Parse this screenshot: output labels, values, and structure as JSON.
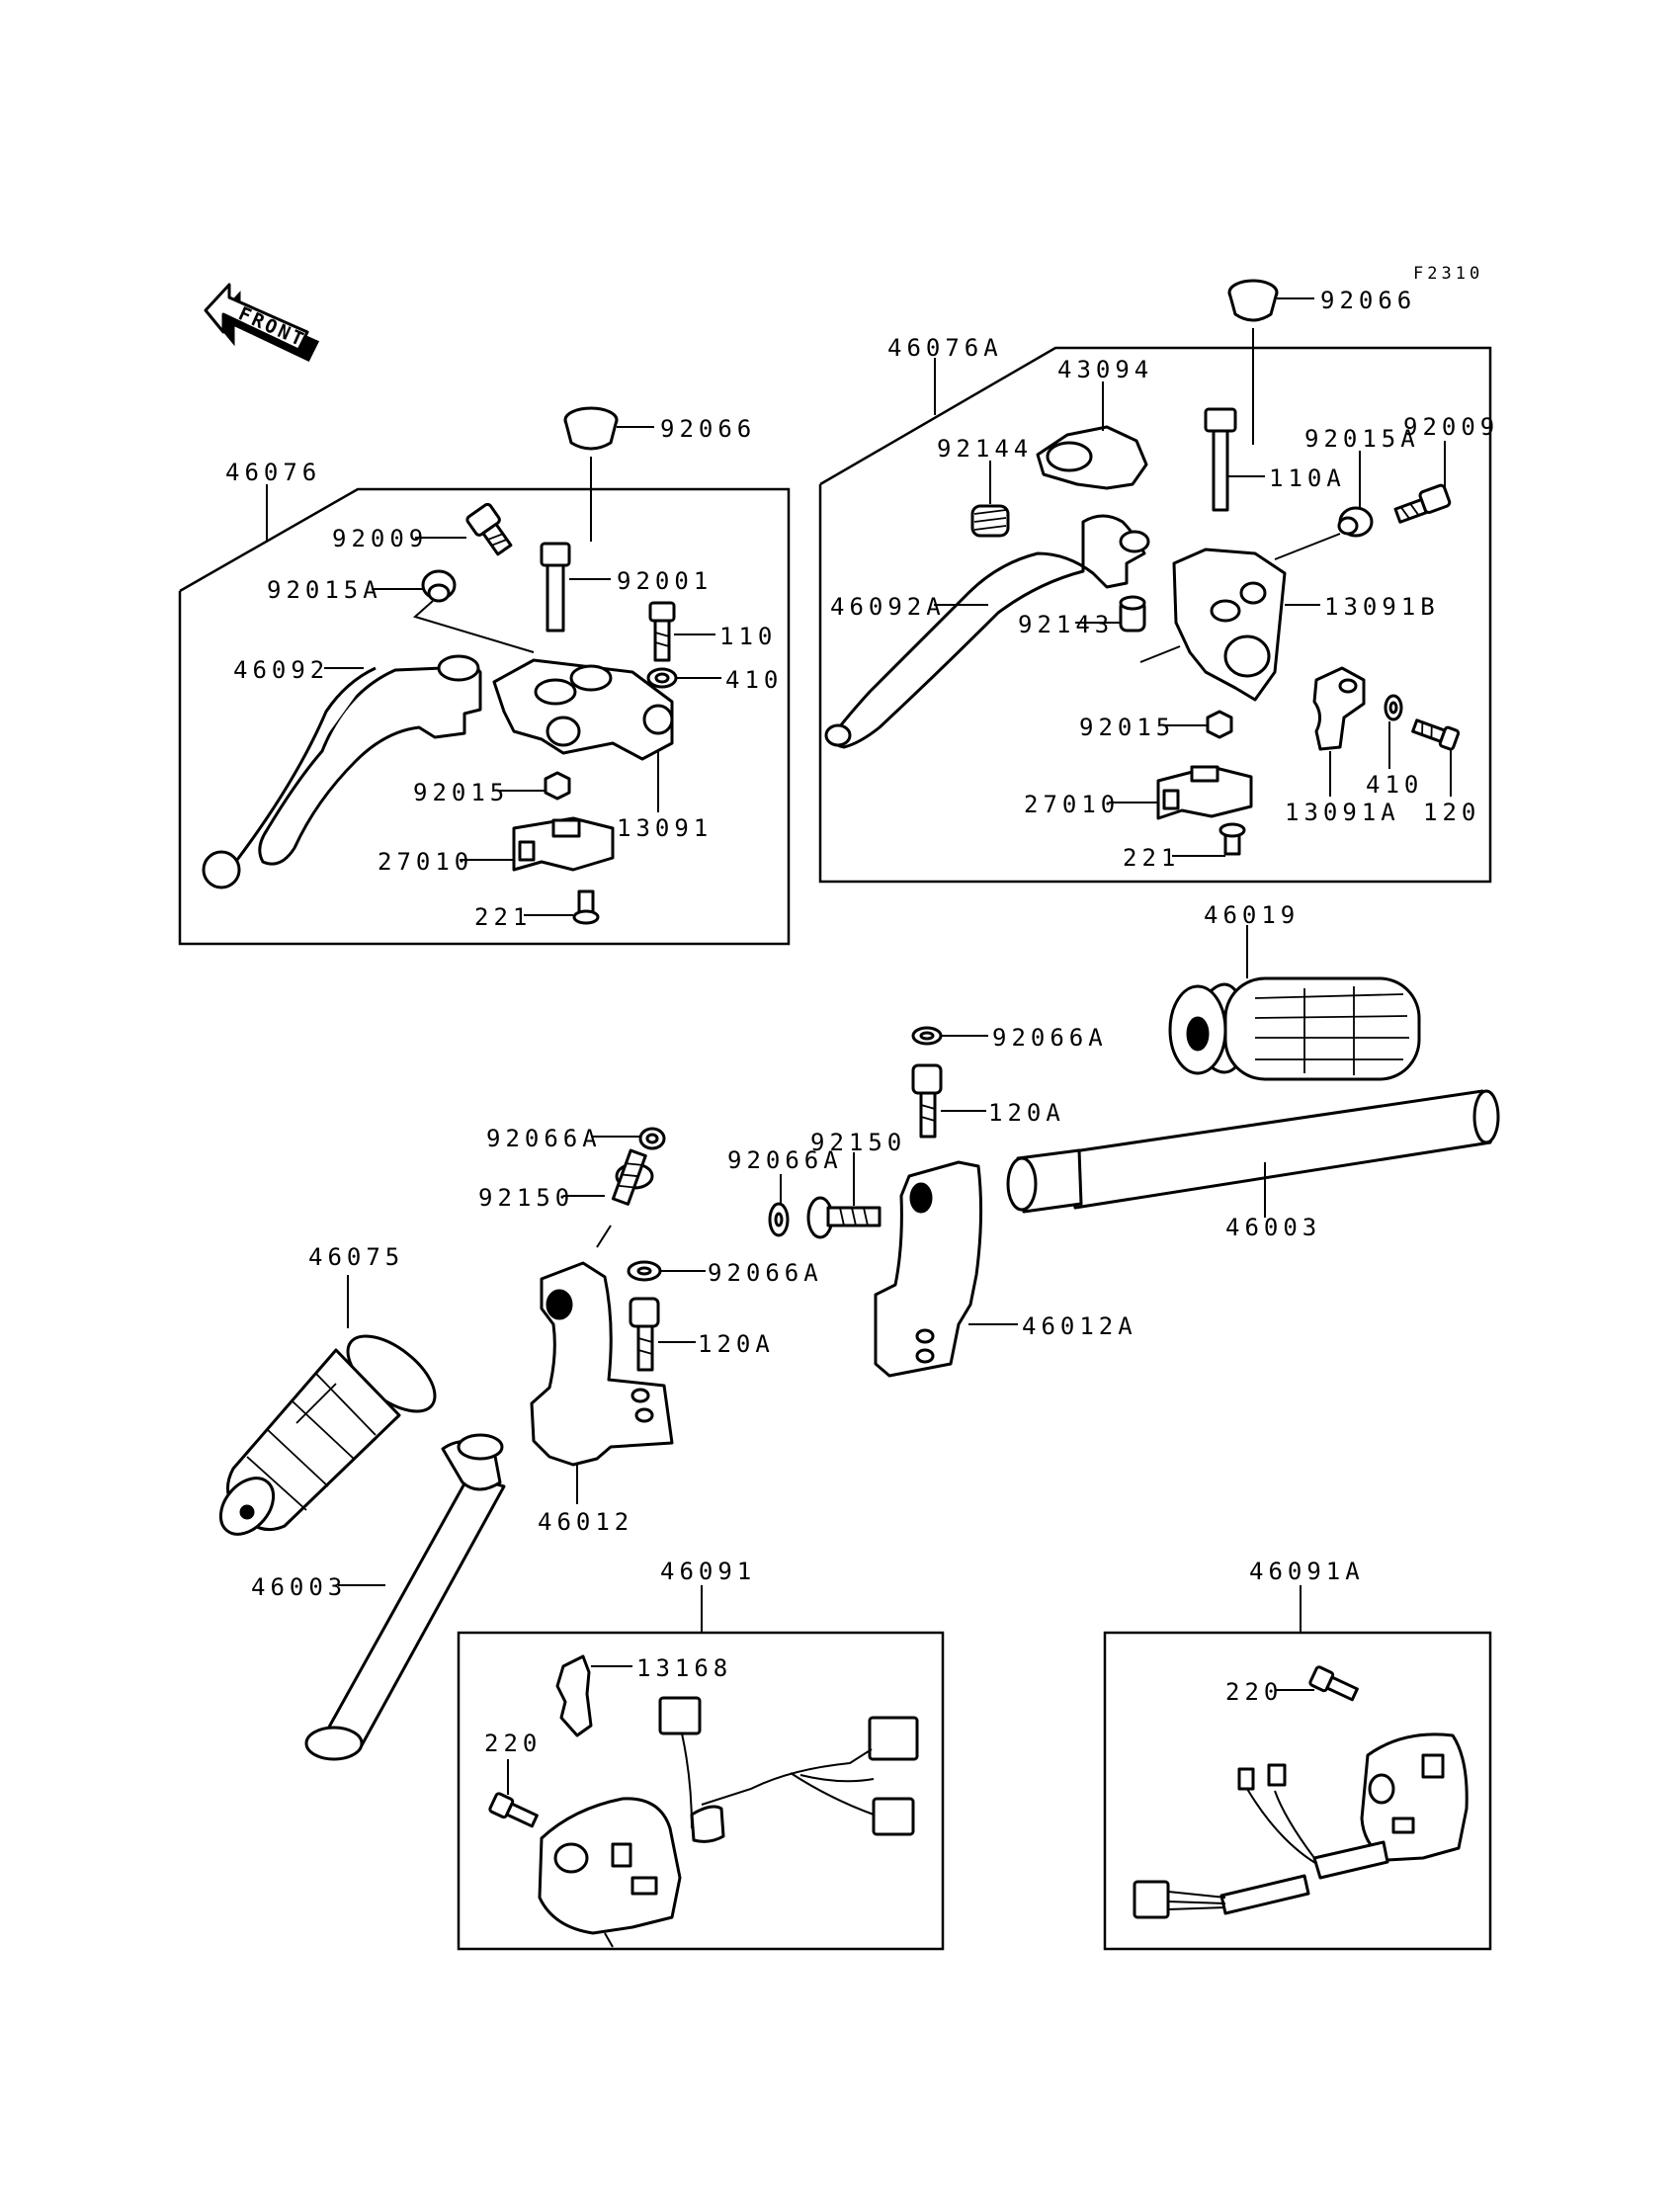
{
  "figure_code": "F2310",
  "front_label": "FRONT",
  "labels": {
    "l_46076": "46076",
    "l_92066_top_left": "92066",
    "l_92009_left": "92009",
    "l_92001": "92001",
    "l_92015A_left": "92015A",
    "l_110": "110",
    "l_410_left": "410",
    "l_46092": "46092",
    "l_92015_left": "92015",
    "l_13091": "13091",
    "l_27010_left": "27010",
    "l_221_left": "221",
    "l_46076A": "46076A",
    "l_92066_top_right": "92066",
    "l_43094": "43094",
    "l_92144": "92144",
    "l_92015A_right": "92015A",
    "l_92009_right": "92009",
    "l_110A": "110A",
    "l_46092A": "46092A",
    "l_92143": "92143",
    "l_13091B": "13091B",
    "l_92015_right": "92015",
    "l_27010_right": "27010",
    "l_410_right": "410",
    "l_13091A": "13091A",
    "l_120": "120",
    "l_221_right": "221",
    "l_46019": "46019",
    "l_92066A_1": "92066A",
    "l_120A_1": "120A",
    "l_92150_1": "92150",
    "l_92066A_2": "92066A",
    "l_46003_right": "46003",
    "l_46012A": "46012A",
    "l_92066A_3": "92066A",
    "l_92150_2": "92150",
    "l_92066A_4": "92066A",
    "l_120A_2": "120A",
    "l_46075": "46075",
    "l_46012": "46012",
    "l_46003_left": "46003",
    "l_46091": "46091",
    "l_13168": "13168",
    "l_220_left": "220",
    "l_46091A": "46091A",
    "l_220_right": "220"
  }
}
